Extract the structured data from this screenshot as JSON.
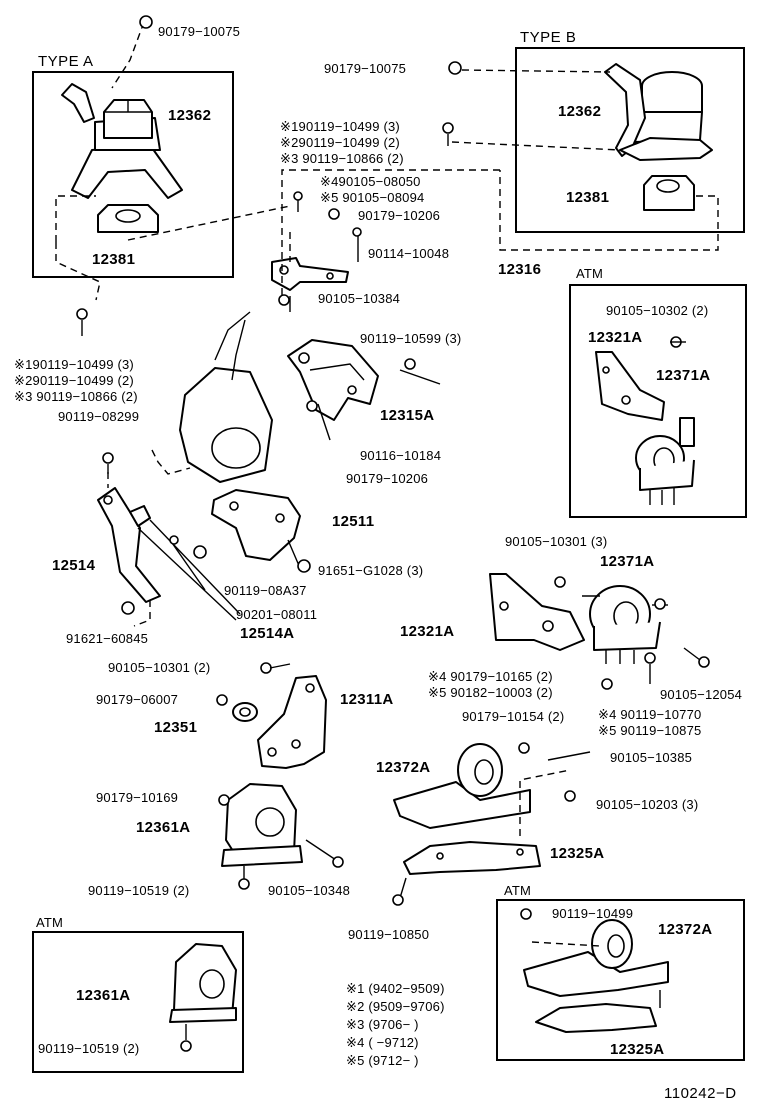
{
  "headers": {
    "type_a": "TYPE A",
    "type_b": "TYPE B",
    "atm_1": "ATM",
    "atm_2": "ATM",
    "atm_3": "ATM"
  },
  "parts": {
    "p_90179_10075_a": "90179−10075",
    "p_12362_a": "12362",
    "p_12381_a": "12381",
    "p_90179_10075_b": "90179−10075",
    "p_12362_b": "12362",
    "p_12381_b": "12381",
    "p_x1_90119_10499": "※190119−10499 (3)",
    "p_x2_90119_10499": "※290119−10499 (2)",
    "p_x3_90119_10866": "※3 90119−10866 (2)",
    "p_x4_90105_08050": "※490105−08050",
    "p_x5_90105_08094": "※5 90105−08094",
    "p_90179_10206_a": "90179−10206",
    "p_90114_10048": "90114−10048",
    "p_12316": "12316",
    "p_90105_10384": "90105−10384",
    "p_l1_90119_10499": "※190119−10499 (3)",
    "p_l2_90119_10499": "※290119−10499 (2)",
    "p_l3_90119_10866": "※3 90119−10866 (2)",
    "p_90119_08299": "90119−08299",
    "p_90119_10599": "90119−10599 (3)",
    "p_12315a": "12315A",
    "p_90116_10184": "90116−10184",
    "p_90179_10206_b": "90179−10206",
    "p_90105_10302": "90105−10302 (2)",
    "p_12321a_atm": "12321A",
    "p_12371a_atm": "12371A",
    "p_12511": "12511",
    "p_91651_g1028": "91651−G1028 (3)",
    "p_12514": "12514",
    "p_90119_08a37": "90119−08A37",
    "p_90201_08011": "90201−08011",
    "p_91621_60845": "91621−60845",
    "p_12514a": "12514A",
    "p_90105_10301_3": "90105−10301 (3)",
    "p_12371a": "12371A",
    "p_12321a": "12321A",
    "p_90105_10301_2": "90105−10301 (2)",
    "p_90179_06007": "90179−06007",
    "p_12311a": "12311A",
    "p_12351": "12351",
    "p_x4_90179_10165": "※4  90179−10165 (2)",
    "p_x5_90182_10003": "※5  90182−10003 (2)",
    "p_90105_12054": "90105−12054",
    "p_90179_10154": "90179−10154 (2)",
    "p_x4_90119_10770": "※4  90119−10770",
    "p_x5_90119_10875": "※5  90119−10875",
    "p_90105_10385": "90105−10385",
    "p_12372a": "12372A",
    "p_90179_10169": "90179−10169",
    "p_90105_10203": "90105−10203 (3)",
    "p_12361a": "12361A",
    "p_12325a": "12325A",
    "p_90119_10519": "90119−10519 (2)",
    "p_90105_10348": "90105−10348",
    "p_90119_10850": "90119−10850",
    "p_90119_10499_atm": "90119−10499",
    "p_12372a_atm": "12372A",
    "p_12325a_atm": "12325A",
    "p_12361a_atm": "12361A",
    "p_90119_10519_atm": "90119−10519 (2)"
  },
  "legend": {
    "l1": "※1  (9402−9509)",
    "l2": "※2  (9509−9706)",
    "l3": "※3  (9706−       )",
    "l4": "※4  (       −9712)",
    "l5": "※5  (9712−       )"
  },
  "figure_code": "110242−D"
}
